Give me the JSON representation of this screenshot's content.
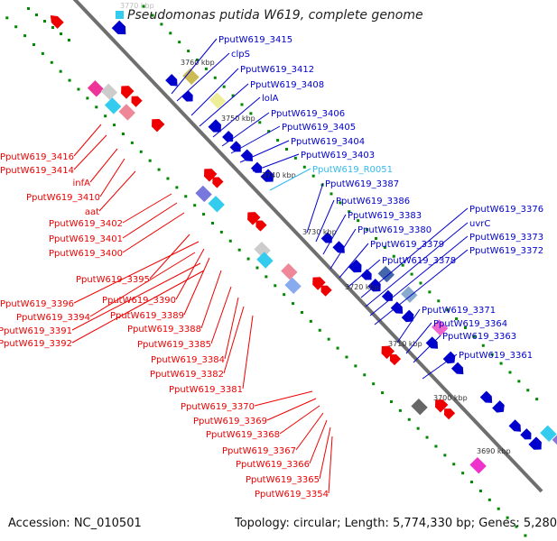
{
  "header": {
    "title": "Pseudomonas putida W619, complete genome",
    "faded_top_label": "3770 kbp"
  },
  "footer": {
    "accession": "Accession: NC_010501",
    "summary": "Topology: circular; Length: 5,774,330 bp; Genes: 5,280"
  },
  "colors": {
    "forward": "#0000cc",
    "reverse": "#ee0000",
    "rna": "#33bbee",
    "axis": "#888888",
    "gc_dot": "#008800"
  },
  "ticks": [
    {
      "label": "3760 kbp"
    },
    {
      "label": "3750 kbp"
    },
    {
      "label": "3740 kbp"
    },
    {
      "label": "3730 kbp"
    },
    {
      "label": "3720 kbp"
    },
    {
      "label": "3710 kbp"
    },
    {
      "label": "3700 kbp"
    },
    {
      "label": "3690 kbp"
    }
  ],
  "right_labels": [
    {
      "text": "PputW619_3415",
      "kind": "forward"
    },
    {
      "text": "clpS",
      "kind": "forward"
    },
    {
      "text": "PputW619_3412",
      "kind": "forward"
    },
    {
      "text": "PputW619_3408",
      "kind": "forward"
    },
    {
      "text": "lolA",
      "kind": "forward"
    },
    {
      "text": "PputW619_3406",
      "kind": "forward"
    },
    {
      "text": "PputW619_3405",
      "kind": "forward"
    },
    {
      "text": "PputW619_3404",
      "kind": "forward"
    },
    {
      "text": "PputW619_3403",
      "kind": "forward"
    },
    {
      "text": "PputW619_R0051",
      "kind": "rna"
    },
    {
      "text": "PputW619_3387",
      "kind": "forward"
    },
    {
      "text": "PputW619_3386",
      "kind": "forward"
    },
    {
      "text": "PputW619_3383",
      "kind": "forward"
    },
    {
      "text": "PputW619_3380",
      "kind": "forward"
    },
    {
      "text": "PputW619_3379",
      "kind": "forward"
    },
    {
      "text": "PputW619_3378",
      "kind": "forward"
    },
    {
      "text": "PputW619_3376",
      "kind": "forward"
    },
    {
      "text": "uvrC",
      "kind": "forward"
    },
    {
      "text": "PputW619_3373",
      "kind": "forward"
    },
    {
      "text": "PputW619_3372",
      "kind": "forward"
    },
    {
      "text": "PputW619_3371",
      "kind": "forward"
    },
    {
      "text": "PputW619_3364",
      "kind": "forward"
    },
    {
      "text": "PputW619_3363",
      "kind": "forward"
    },
    {
      "text": "PputW619_3361",
      "kind": "forward"
    }
  ],
  "left_labels": [
    {
      "text": "PputW619_3416"
    },
    {
      "text": "PputW619_3414"
    },
    {
      "text": "infA"
    },
    {
      "text": "PputW619_3410"
    },
    {
      "text": "aat"
    },
    {
      "text": "PputW619_3402"
    },
    {
      "text": "PputW619_3401"
    },
    {
      "text": "PputW619_3400"
    },
    {
      "text": "PputW619_3395"
    },
    {
      "text": "PputW619_3396"
    },
    {
      "text": "PputW619_3390"
    },
    {
      "text": "PputW619_3394"
    },
    {
      "text": "PputW619_3389"
    },
    {
      "text": "PputW619_3391"
    },
    {
      "text": "PputW619_3388"
    },
    {
      "text": "PputW619_3392"
    },
    {
      "text": "PputW619_3385"
    },
    {
      "text": "PputW619_3384"
    },
    {
      "text": "PputW619_3382"
    },
    {
      "text": "PputW619_3381"
    },
    {
      "text": "PputW619_3370"
    },
    {
      "text": "PputW619_3369"
    },
    {
      "text": "PputW619_3368"
    },
    {
      "text": "PputW619_3367"
    },
    {
      "text": "PputW619_3366"
    },
    {
      "text": "PputW619_3365"
    },
    {
      "text": "PputW619_3354"
    }
  ]
}
